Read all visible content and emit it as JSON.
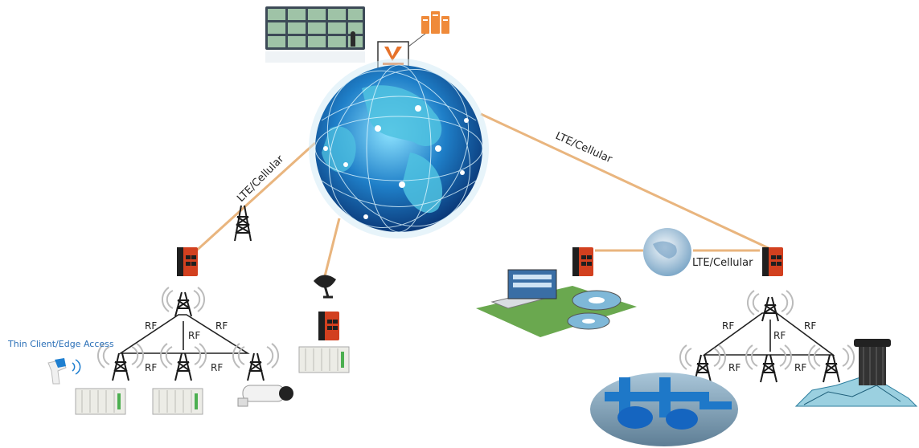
{
  "labels": {
    "lte_left": "LTE/Cellular",
    "lte_right": "LTE/Cellular",
    "lte_mid_right": "LTE/Cellular",
    "thin_client": "Thin Client/Edge Access",
    "rf": "RF"
  },
  "colors": {
    "link": "#e9b57e",
    "router_body": "#d2401f",
    "router_dark": "#1f1f1f",
    "globe": "#1a6fb5",
    "land": "#4fc2e0",
    "server": "#ef8a3a"
  },
  "icons": [
    "globe-icon",
    "video-wall-icon",
    "server-icon",
    "cell-tower-icon",
    "satellite-dish-icon",
    "router-icon",
    "plc-icon",
    "camera-icon",
    "handheld-scanner-icon",
    "water-plant-icon",
    "pump-station-icon",
    "water-tower-icon"
  ]
}
